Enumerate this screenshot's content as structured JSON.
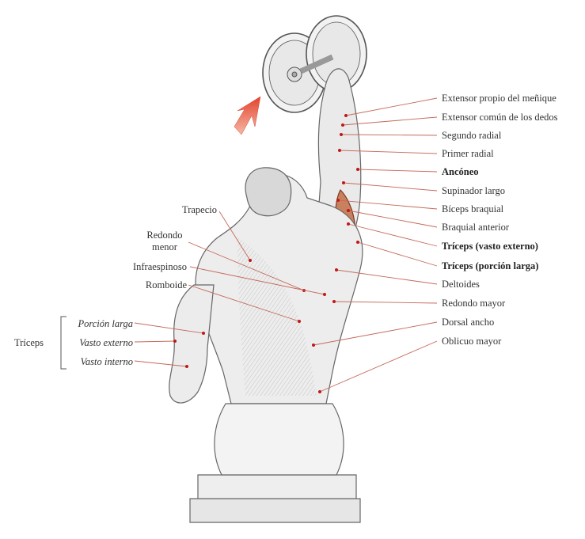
{
  "labels_right": [
    {
      "text": "Extensor propio del meñique",
      "bold": false
    },
    {
      "text": "Extensor común de los dedos",
      "bold": false
    },
    {
      "text": "Segundo radial",
      "bold": false
    },
    {
      "text": "Primer radial",
      "bold": false
    },
    {
      "text": "Ancóneo",
      "bold": true
    },
    {
      "text": "Supinador largo",
      "bold": false
    },
    {
      "text": "Bíceps braquial",
      "bold": false
    },
    {
      "text": "Braquial anterior",
      "bold": false
    },
    {
      "text": "Tríceps (vasto externo)",
      "bold": true
    },
    {
      "text": "Tríceps (porción larga)",
      "bold": true
    },
    {
      "text": "Deltoides",
      "bold": false
    },
    {
      "text": "Redondo mayor",
      "bold": false
    },
    {
      "text": "Dorsal ancho",
      "bold": false
    },
    {
      "text": "Oblicuo mayor",
      "bold": false
    }
  ],
  "labels_left": {
    "trapecio": "Trapecio",
    "redondo_menor_1": "Redondo",
    "redondo_menor_2": "menor",
    "infraespinoso": "Infraespinoso",
    "romboide": "Romboide"
  },
  "triceps_group": {
    "title": "Tríceps",
    "items": [
      "Porción larga",
      "Vasto externo",
      "Vasto interno"
    ]
  },
  "colors": {
    "leader_line": "#c46a5a",
    "dot": "#c01818",
    "arrow": "#e8503a",
    "muscle_highlight": "#b8552e"
  }
}
